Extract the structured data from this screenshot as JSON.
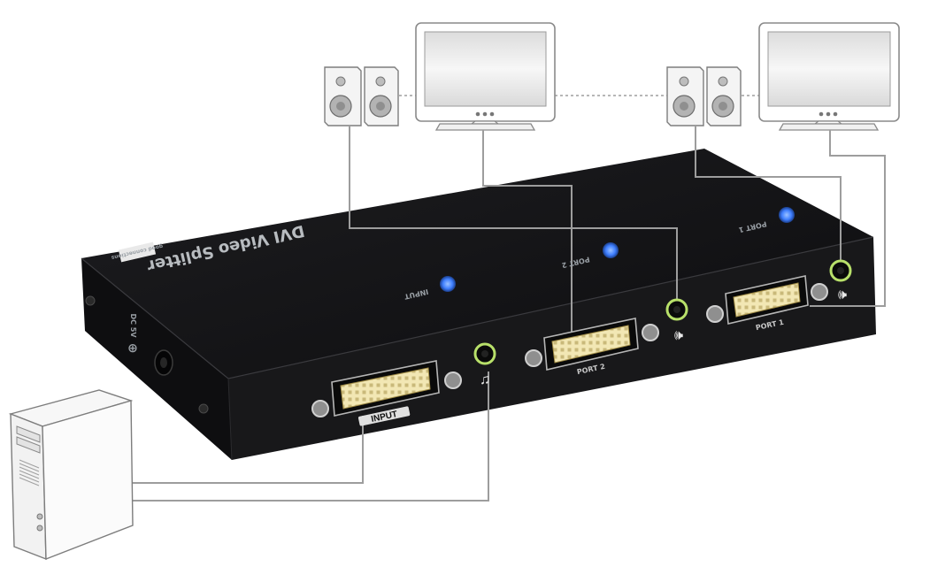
{
  "device": {
    "title": "DVI Video Splitter",
    "brand": "good connections",
    "led_labels": {
      "input": "INPUT",
      "port1": "PORT 1",
      "port2": "PORT 2"
    },
    "port_labels": {
      "input": "INPUT",
      "port1": "PORT 1",
      "port2": "PORT 2"
    },
    "power_label": "DC 5V",
    "led_color": "#3f7fff"
  },
  "colors": {
    "device_body": "#131315",
    "cable": "#9d9d9d",
    "dvi_connector": "#f2e7b4",
    "audio_ring": "#b8e06a"
  },
  "icons": [
    "monitor-icon",
    "speaker-icon",
    "computer-tower-icon",
    "dvi-port-icon",
    "audio-jack-icon",
    "led-indicator-icon",
    "headphone-symbol-icon"
  ]
}
